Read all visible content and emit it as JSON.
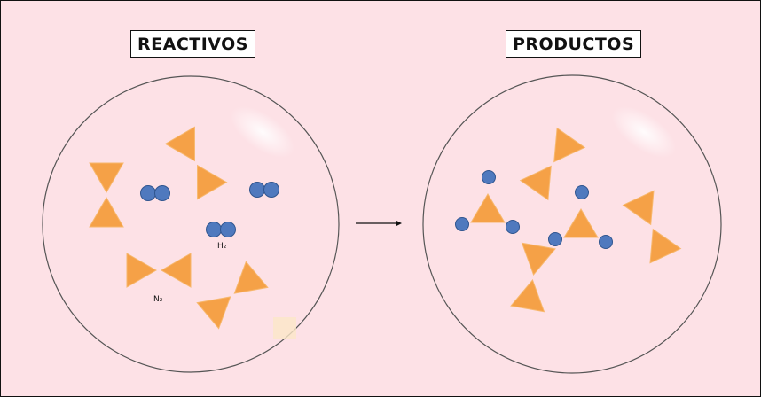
{
  "reactants": {
    "title": "REACTIVOS",
    "label_h2": "H₂",
    "label_n2": "N₂"
  },
  "products": {
    "title": "PRODUCTOS"
  },
  "colors": {
    "background": "#fde1e6",
    "vessel_fill": "#fde1e6",
    "nitrogen_triangle": "#f5a147",
    "hydrogen_atom": "#4f79be",
    "outline": "#444444"
  },
  "icons": {
    "nitrogen_molecule": "orange-bowtie-triangles",
    "hydrogen_molecule": "blue-double-circle",
    "ammonia_molecule": "orange-triangle-with-three-blue-circles",
    "reaction_arrow": "right-arrow"
  }
}
